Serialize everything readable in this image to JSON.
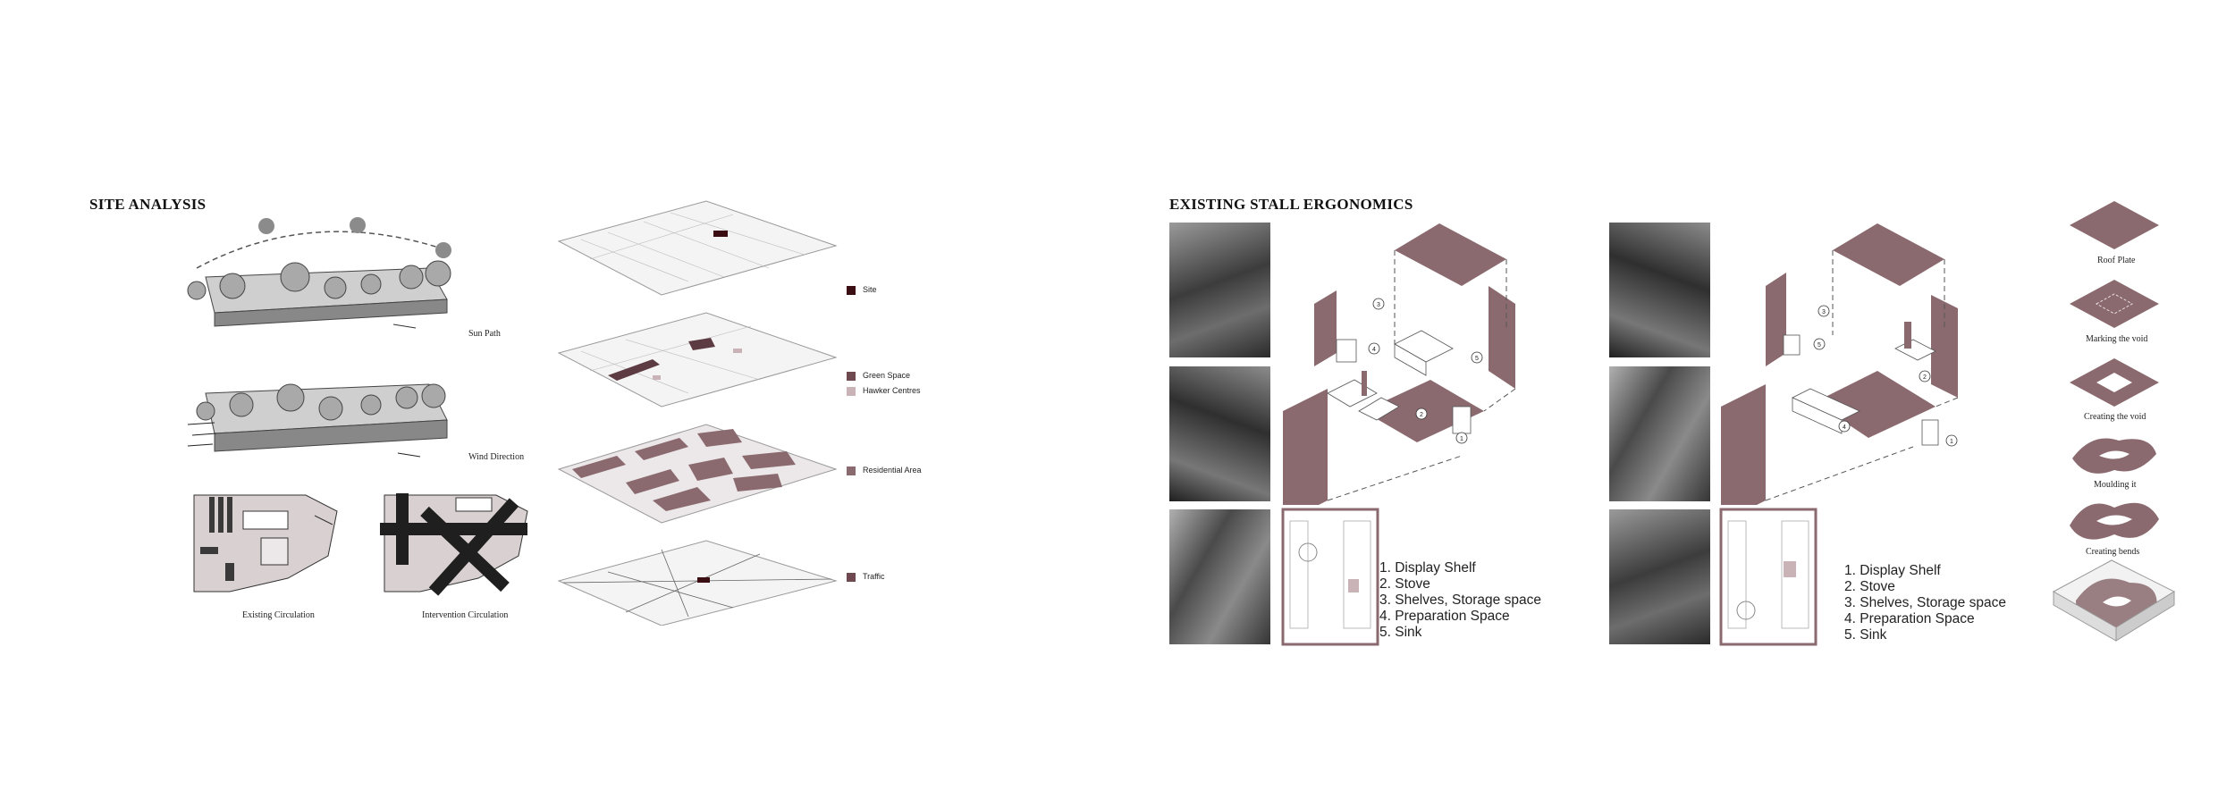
{
  "site_analysis": {
    "title": "SITE ANALYSIS",
    "captions": {
      "sun_path": "Sun Path",
      "wind_direction": "Wind Direction",
      "existing_circulation": "Existing Circulation",
      "intervention_circulation": "Intervention Circulation"
    },
    "legend": [
      {
        "label": "Site",
        "color": "#3a0e12"
      },
      {
        "label": "Green Space",
        "color": "#6e4a50"
      },
      {
        "label": "Hawker Centres",
        "color": "#c9b3b7"
      },
      {
        "label": "Residential Area",
        "color": "#8a6a6f"
      },
      {
        "label": "Traffic",
        "color": "#6e4a50"
      }
    ]
  },
  "stall_ergonomics": {
    "title": "EXISTING STALL ERGONOMICS",
    "legend_left": [
      "1. Display Shelf",
      "2. Stove",
      "3. Shelves, Storage space",
      "4. Preparation Space",
      "5. Sink"
    ],
    "legend_right": [
      "1. Display Shelf",
      "2. Stove",
      "3. Shelves, Storage space",
      "4. Preparation Space",
      "5. Sink"
    ],
    "markers": [
      "1",
      "2",
      "3",
      "4",
      "5"
    ]
  },
  "form_steps": [
    "Roof Plate",
    "Marking the void",
    "Creating the void",
    "Moulding it",
    "Creating bends"
  ],
  "colors": {
    "mauve": "#8a6a6f",
    "dark_maroon": "#3a0e12",
    "light_mauve": "#c9b3b7"
  }
}
